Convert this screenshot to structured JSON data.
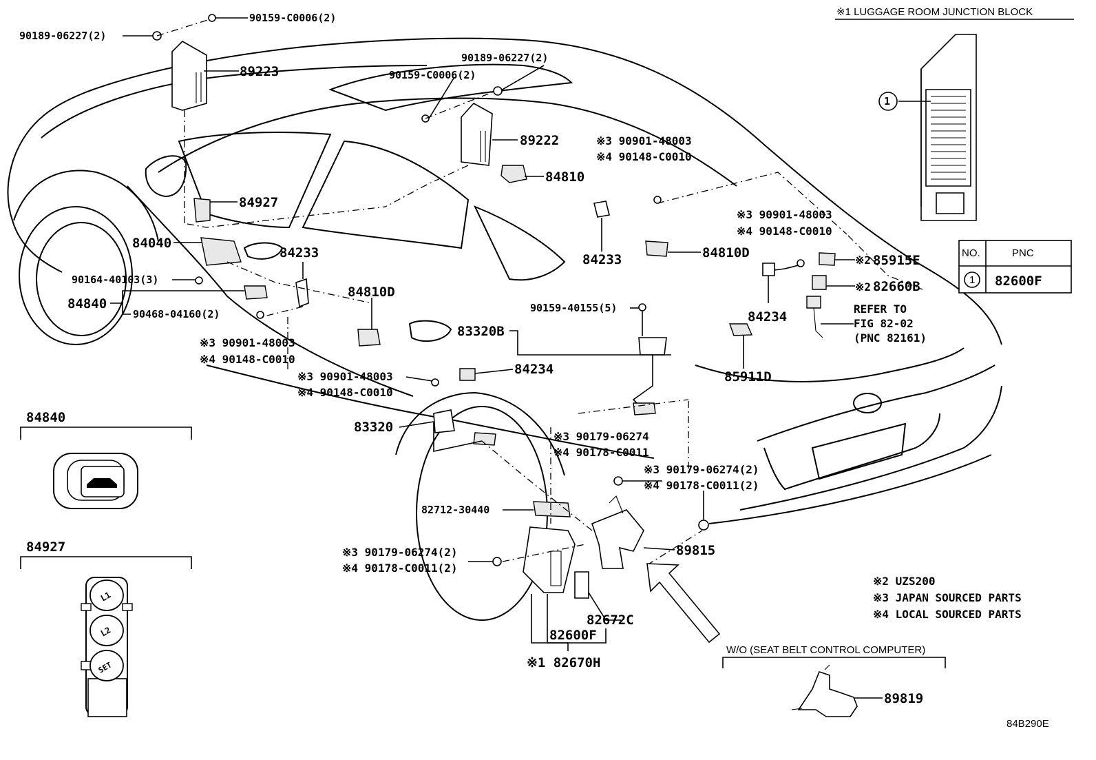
{
  "header": {
    "junction_block_title": "※1 LUGGAGE ROOM JUNCTION BLOCK"
  },
  "table": {
    "col_no": "NO.",
    "col_pnc": "PNC",
    "row_no": "1",
    "row_pnc": "82600F",
    "callout": "1"
  },
  "labels": {
    "l_90159_c0006_top": "90159-C0006(2)",
    "l_90189_06227_left": "90189-06227(2)",
    "l_89223": "89223",
    "l_90189_06227_mid": "90189-06227(2)",
    "l_90159_c0006_mid": "90159-C0006(2)",
    "l_89222": "89222",
    "l_84810": "84810",
    "l_84927": "84927",
    "l_84040": "84040",
    "l_84233_left": "84233",
    "l_90164_40103": "90164-40103(3)",
    "l_84840": "84840",
    "l_90468_04160": "90468-04160(2)",
    "l_84810d_left": "84810D",
    "l_90159_40155": "90159-40155(5)",
    "l_83320b": "83320B",
    "l_84234_mid": "84234",
    "l_83320": "83320",
    "l_84233_right": "84233",
    "l_84810d_right": "84810D",
    "l_84234_right": "84234",
    "l_85915e": "85915E",
    "l_82660b": "82660B",
    "l_85911d": "85911D",
    "l_82712_30440": "82712-30440",
    "l_89815": "89815",
    "l_82672c": "82672C",
    "l_82600f": "82600F",
    "l_82670h": "※1 82670H",
    "l_89819": "89819",
    "mark2": "※2"
  },
  "notes_pairs": [
    {
      "a": "※3 90901-48003",
      "b": "※4 90148-C0010"
    },
    {
      "a": "※3 90901-48003",
      "b": "※4 90148-C0010"
    },
    {
      "a": "※3 90901-48003",
      "b": "※4 90148-C0010"
    },
    {
      "a": "※3 90901-48003",
      "b": "※4 90148-C0010"
    },
    {
      "a": "※3  90179-06274",
      "b": "※4  90178-C0011"
    },
    {
      "a": "※3 90179-06274(2)",
      "b": "※4 90178-C0011(2)"
    },
    {
      "a": "※3 90179-06274(2)",
      "b": "※4 90178-C0011(2)"
    }
  ],
  "refer": {
    "line1": "REFER TO",
    "line2": "FIG 82-02",
    "line3": "(PNC 82161)"
  },
  "legend": {
    "line1": "※2 UZS200",
    "line2": "※3 JAPAN SOURCED PARTS",
    "line3": "※4 LOCAL SOURCED PARTS"
  },
  "insets": {
    "inset_84840_title": "84840",
    "inset_84927_title": "84927",
    "seat_buttons": [
      "L1",
      "L2",
      "SET"
    ],
    "wo_title": "W/O (SEAT BELT CONTROL COMPUTER)"
  },
  "figure_code": "84B290E"
}
